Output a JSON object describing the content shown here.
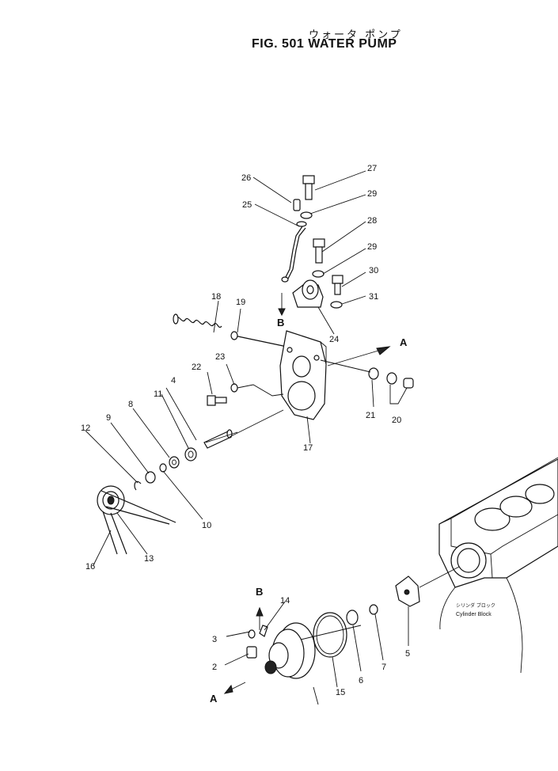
{
  "title": {
    "japanese": "ウォータ ポンプ",
    "english": "FIG. 501  WATER  PUMP"
  },
  "callouts": {
    "c2": "2",
    "c3": "3",
    "c4": "4",
    "c5": "5",
    "c6": "6",
    "c7": "7",
    "c8": "8",
    "c9": "9",
    "c10": "10",
    "c11": "11",
    "c12": "12",
    "c13": "13",
    "c14": "14",
    "c15": "15",
    "c16": "16",
    "c17": "17",
    "c18": "18",
    "c19": "19",
    "c20": "20",
    "c21": "21",
    "c22": "22",
    "c23": "23",
    "c24": "24",
    "c25": "25",
    "c26": "26",
    "c27": "27",
    "c28": "28",
    "c29a": "29",
    "c29b": "29",
    "c30": "30",
    "c31": "31"
  },
  "view_markers": {
    "a_top": "A",
    "a_bottom": "A",
    "b_top": "B",
    "b_bottom": "B"
  },
  "cylinder_block": {
    "japanese": "シリンダ ブロック",
    "english": "Cylinder Block"
  }
}
